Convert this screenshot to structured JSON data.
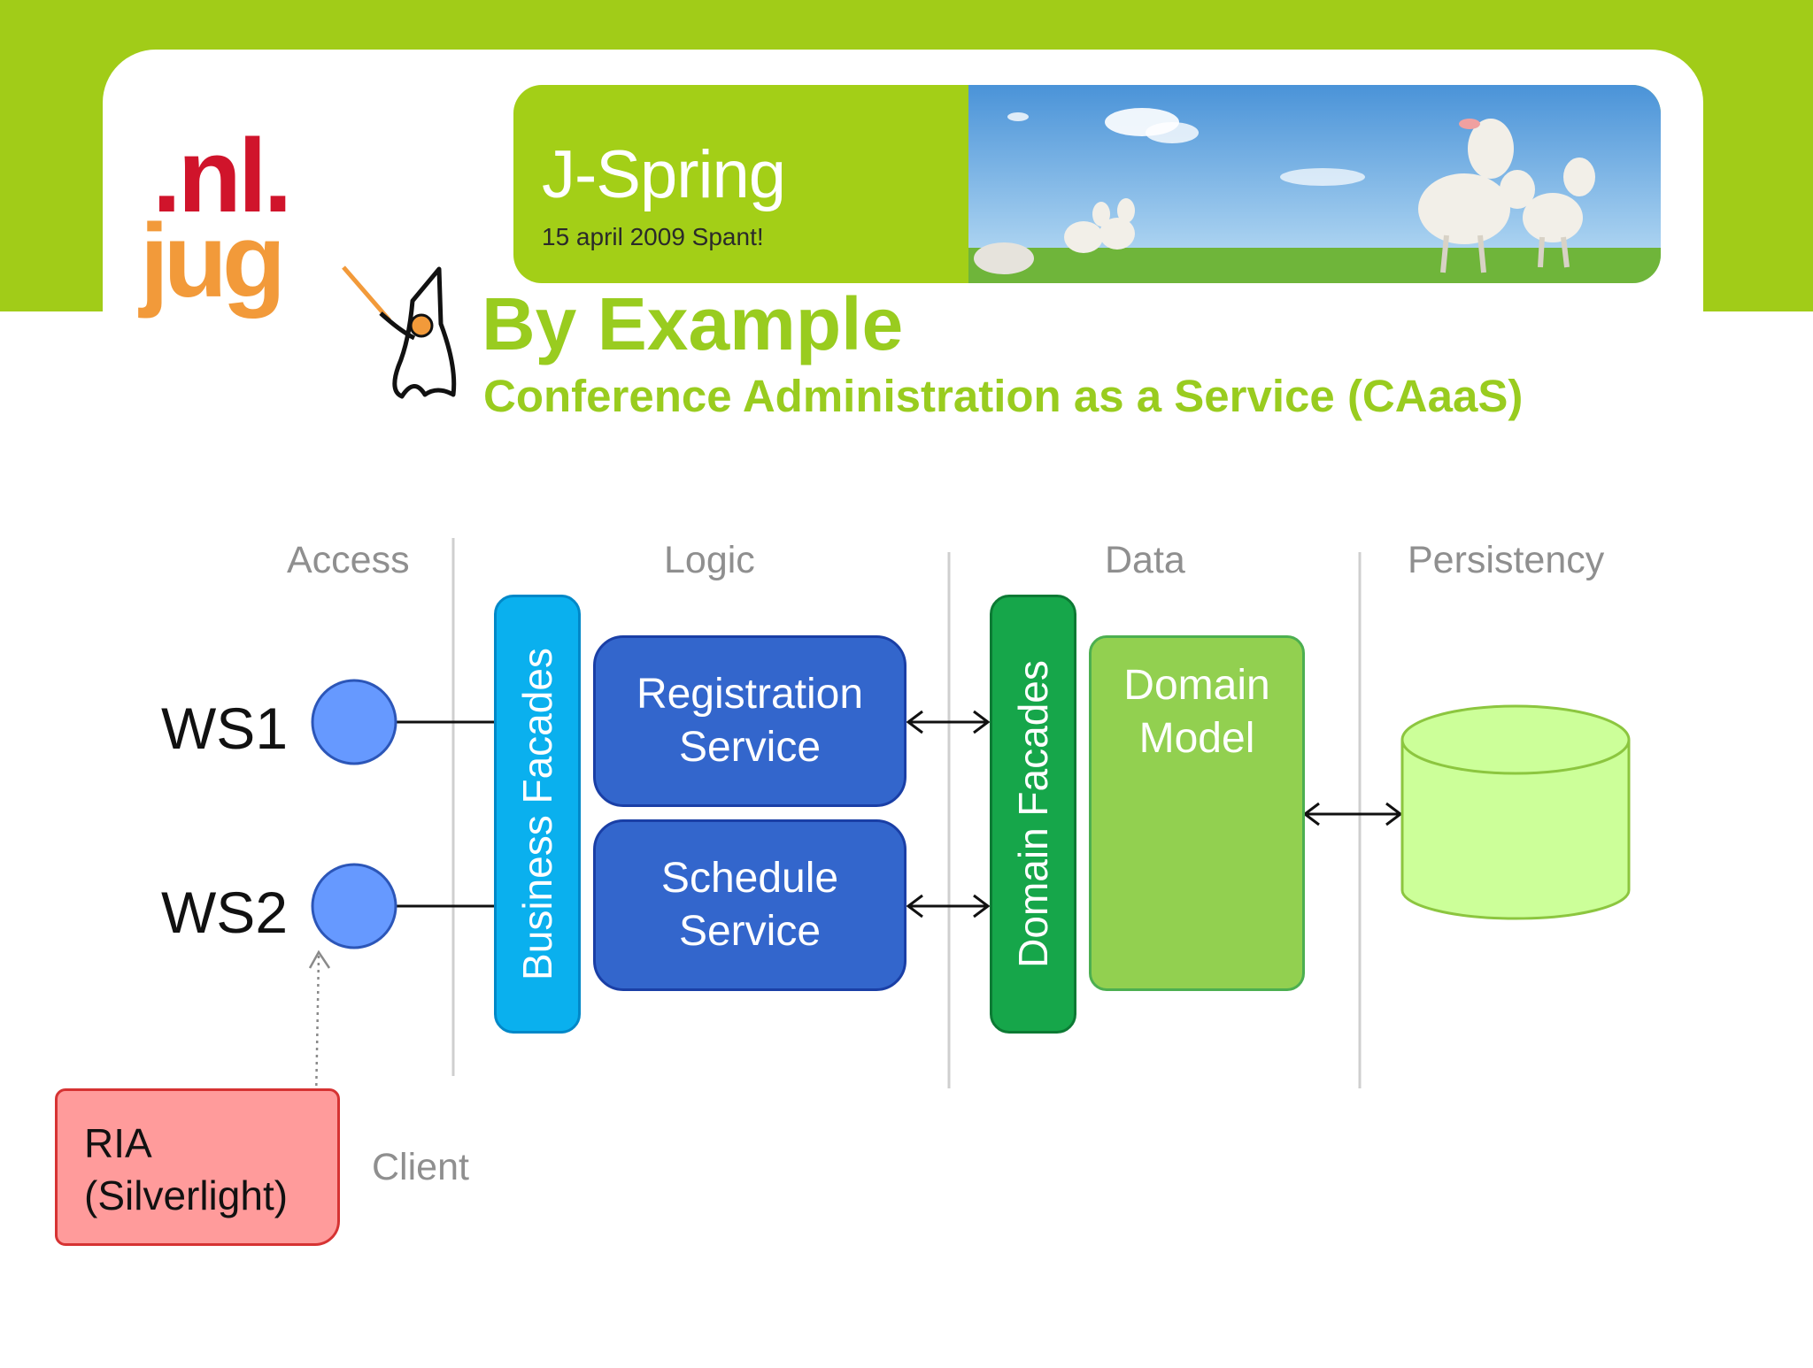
{
  "banner": {
    "title": "J-Spring",
    "subtitle": "15 april 2009 Spant!"
  },
  "logo": {
    "line1": ".nl.",
    "line2": "jug"
  },
  "slide": {
    "title": "By Example",
    "subtitle": "Conference Administration as a Service (CAaaS)"
  },
  "diagram": {
    "columns": [
      "Access",
      "Logic",
      "Data",
      "Persistency"
    ],
    "endpoints": [
      "WS1",
      "WS2"
    ],
    "business_facades": "Business Facades",
    "domain_facades": "Domain Facades",
    "registration_service": {
      "line1": "Registration",
      "line2": "Service"
    },
    "schedule_service": {
      "line1": "Schedule",
      "line2": "Service"
    },
    "domain_model": {
      "line1": "Domain",
      "line2": "Model"
    },
    "client": {
      "line1": "RIA",
      "line2": "(Silverlight)",
      "label": "Client"
    }
  },
  "colors": {
    "accent_green": "#99cc1f",
    "business_facade_blue": "#0ab0ee",
    "service_blue": "#3366cc",
    "endpoint_blue": "#6699ff",
    "domain_facade_green": "#16a64a",
    "domain_model_green": "#92d050",
    "database_green": "#ccff99",
    "client_red": "#ff9b9b"
  }
}
